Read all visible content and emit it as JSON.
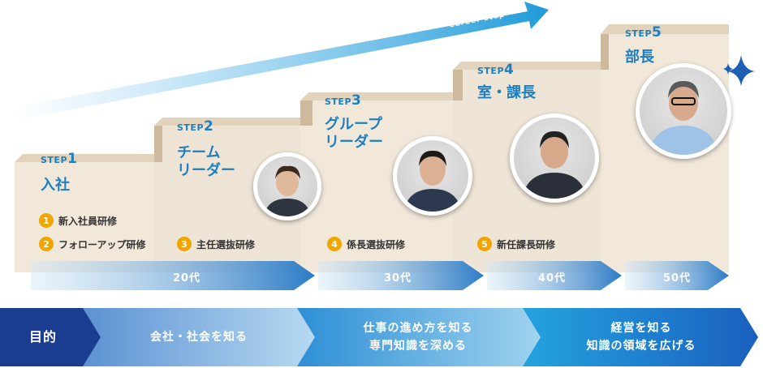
{
  "career_label": "Career step",
  "steps": [
    {
      "step_prefix": "STEP",
      "step_num": "1",
      "title": "入社"
    },
    {
      "step_prefix": "STEP",
      "step_num": "2",
      "title": "チーム\nリーダー"
    },
    {
      "step_prefix": "STEP",
      "step_num": "3",
      "title": "グループ\nリーダー"
    },
    {
      "step_prefix": "STEP",
      "step_num": "4",
      "title": "室・課長"
    },
    {
      "step_prefix": "STEP",
      "step_num": "5",
      "title": "部長"
    }
  ],
  "trainings": [
    {
      "num": "1",
      "label": "新入社員研修"
    },
    {
      "num": "2",
      "label": "フォローアップ研修"
    },
    {
      "num": "3",
      "label": "主任選抜研修"
    },
    {
      "num": "4",
      "label": "係長選抜研修"
    },
    {
      "num": "5",
      "label": "新任課長研修"
    }
  ],
  "ages": [
    "20代",
    "30代",
    "40代",
    "50代"
  ],
  "purpose_label": "目的",
  "purposes": [
    "会社・社会を知る",
    "仕事の進め方を知る\n専門知識を深める",
    "経営を知る\n知識の領域を広げる"
  ],
  "colors": {
    "accent": "#1d7fc0",
    "badge": "#f0a500",
    "navy": "#1a3d8f",
    "box_front": "#f1e8da",
    "box_top": "#e2d3bd",
    "box_side": "#cdb99b"
  }
}
